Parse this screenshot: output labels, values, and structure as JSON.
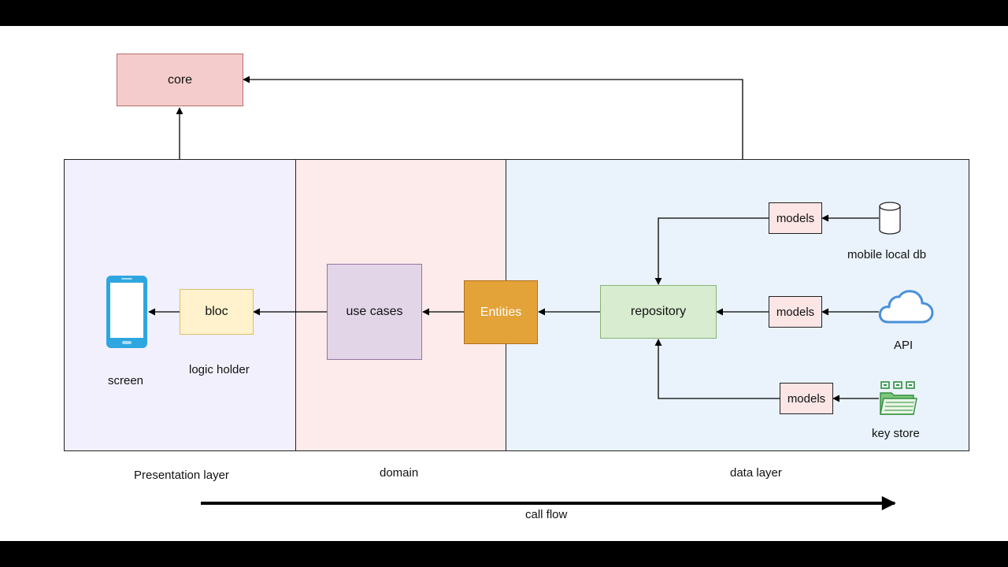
{
  "colors": {
    "core_fill": "#f5cccc",
    "core_border": "#b86d6d",
    "presentation_fill": "#f2f0fd",
    "domain_fill": "#fdeaea",
    "data_fill": "#eaf3fc",
    "bloc_fill": "#fff2cc",
    "bloc_border": "#d7bf6f",
    "usecases_fill": "#e1d5e7",
    "usecases_border": "#9673a6",
    "entities_fill": "#e3a338",
    "entities_border": "#b46d1a",
    "repository_fill": "#d8eccf",
    "repository_border": "#88b476",
    "models_fill": "#fbe5e5",
    "phone_blue": "#2ea6df",
    "cloud_blue": "#4a90d9",
    "keystore_green": "#2f8f3b"
  },
  "diagram": {
    "core": "core",
    "bloc": "bloc",
    "use_cases": "use cases",
    "entities": "Entities",
    "repository": "repository",
    "models_db": "models",
    "models_api": "models",
    "models_keystore": "models"
  },
  "labels": {
    "screen": "screen",
    "logic_holder": "logic holder",
    "mobile_local_db": "mobile local db",
    "api": "API",
    "key_store": "key store"
  },
  "layers": {
    "presentation": "Presentation layer",
    "domain": "domain",
    "data": "data layer"
  },
  "call_flow": "call flow",
  "icons": {
    "screen": "smartphone-icon",
    "db": "database-cylinder-icon",
    "api": "cloud-icon",
    "key_store": "keystore-folder-icon"
  }
}
